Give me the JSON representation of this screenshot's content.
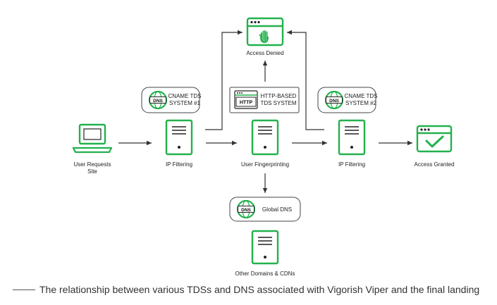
{
  "colors": {
    "accent_green": "#22b14c",
    "line": "#333333",
    "box_border": "#444444"
  },
  "nodes": {
    "user_requests": {
      "label_line1": "User Requests",
      "label_line2": "Site",
      "icon": "laptop-icon"
    },
    "ip_filtering_1": {
      "label": "IP Filtering",
      "icon": "server-icon"
    },
    "user_fingerprinting": {
      "label": "User Fingerprinting",
      "icon": "server-icon"
    },
    "ip_filtering_2": {
      "label": "IP Filtering",
      "icon": "server-icon"
    },
    "access_granted": {
      "label": "Access Granted",
      "icon": "browser-check-icon"
    },
    "access_denied": {
      "label": "Access Denied",
      "icon": "browser-hand-icon"
    },
    "other_domains": {
      "label": "Other Domains & CDNs",
      "icon": "server-icon"
    }
  },
  "boxes": {
    "cname_tds_1": {
      "line1": "CNAME TDS",
      "line2": "SYSTEM #1",
      "badge": "DNS"
    },
    "http_tds": {
      "line1": "HTTP-BASED",
      "line2": "TDS SYSTEM",
      "badge": "HTTP"
    },
    "cname_tds_2": {
      "line1": "CNAME TDS",
      "line2": "SYSTEM #2",
      "badge": "DNS"
    },
    "global_dns": {
      "line1": "Global DNS",
      "badge": "DNS"
    }
  },
  "caption": "The relationship between various TDSs and DNS associated with Vigorish Viper and the final landing"
}
